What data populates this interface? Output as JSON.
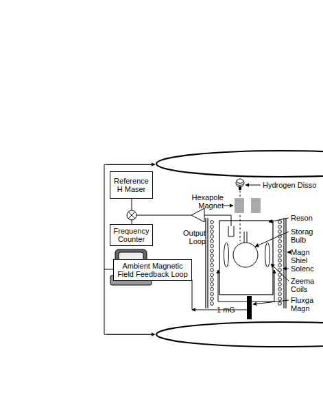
{
  "diagram": {
    "nodes": [
      {
        "text": [
          "Reference H Maser"
        ]
      },
      {
        "text": [
          "Frequency Counter"
        ]
      },
      {
        "text": [
          "Ambient Magnetic Field Feedback Loop"
        ]
      }
    ],
    "labels": [
      "Hydrogen Disso",
      "Hexapole Magnet",
      "Reson",
      "Storag Bulb",
      "Output Loop",
      "Magn Shiel",
      "Solenc",
      "Zeema Coils",
      "Fluxga Magn",
      "1 mG"
    ]
  }
}
